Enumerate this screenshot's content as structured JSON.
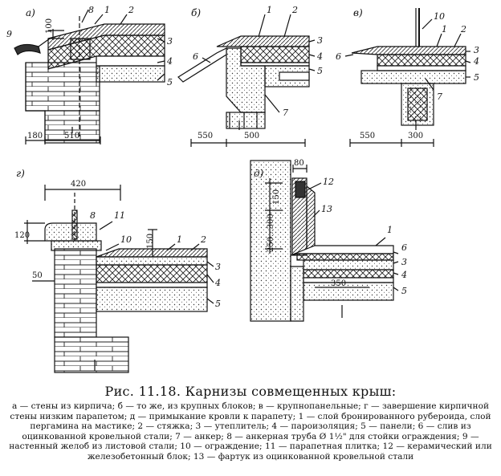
{
  "figure": {
    "panels": {
      "a": {
        "label": "а)",
        "numbers": [
          "9",
          "8",
          "1",
          "2",
          "3",
          "4",
          "5"
        ],
        "dims": [
          "100",
          "180",
          "510"
        ]
      },
      "b": {
        "label": "б)",
        "numbers": [
          "1",
          "2",
          "3",
          "4",
          "5",
          "6",
          "7"
        ],
        "dims": [
          "550",
          "500"
        ]
      },
      "v": {
        "label": "в)",
        "numbers": [
          "10",
          "1",
          "2",
          "3",
          "4",
          "5",
          "6",
          "7"
        ],
        "dims": [
          "550",
          "300"
        ]
      },
      "g": {
        "label": "г)",
        "numbers": [
          "8",
          "11",
          "10",
          "1",
          "2",
          "3",
          "4",
          "5"
        ],
        "dims": [
          "420",
          "120",
          "150",
          "50"
        ]
      },
      "d": {
        "label": "д)",
        "numbers": [
          "12",
          "13",
          "1",
          "6",
          "3",
          "4",
          "5"
        ],
        "dims": [
          "80",
          "150",
          "250...300",
          "350"
        ]
      }
    }
  },
  "caption": {
    "title": "Рис. 11.18. Карнизы совмещенных крыш:",
    "body": "а — стены из кирпича; б — то же, из крупных блоков; в — крупнопанельные; г — завершение кирпичной стены низким парапетом; д — примыкание кровли к парапету; 1 — слой бронированного рубероида, слой пергамина на мастике; 2 — стяжка; 3 — утеплитель; 4 — пароизоляция; 5 — панели; 6 — слив из оцинкованной кровельной стали; 7 — анкер; 8 — анкерная труба Ø 1½\" для стойки ограждения; 9 — настенный желоб из листовой стали; 10 — ограждение; 11 — парапетная плитка; 12 — керамический или железобетонный блок; 13 — фартук из оцинкованной кровельной стали"
  }
}
